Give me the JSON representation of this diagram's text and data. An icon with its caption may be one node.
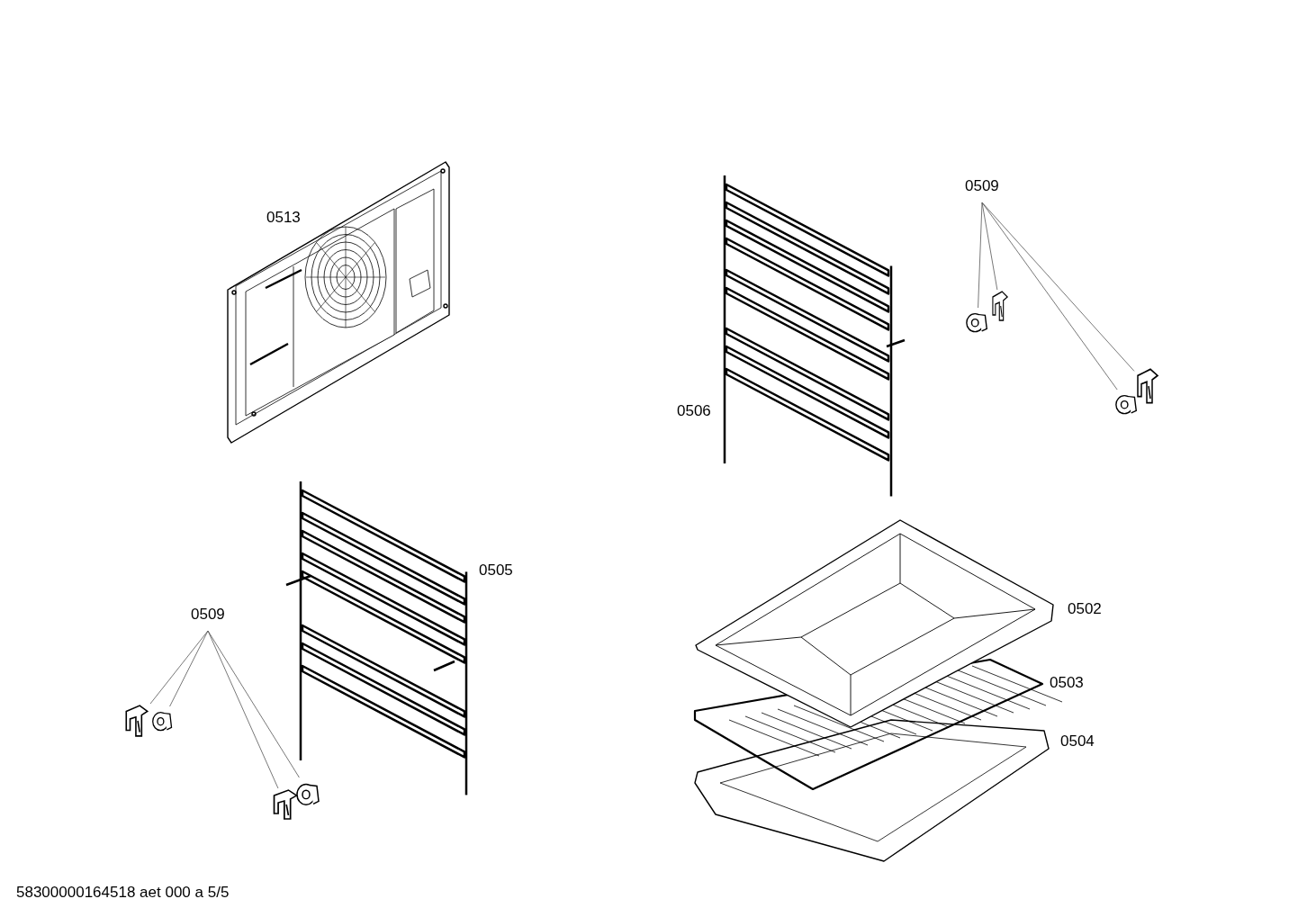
{
  "diagram": {
    "nodes": [
      {
        "text": [
          "0509"
        ]
      },
      {
        "text": [],
        "shape": "picture"
      },
      {
        "text": [],
        "shape": "picture"
      },
      {
        "text": [],
        "shape": "picture"
      },
      {
        "text": [],
        "shape": "picture"
      },
      {
        "text": [
          "0509"
        ]
      },
      {
        "text": [],
        "shape": "picture"
      },
      {
        "text": [],
        "shape": "picture"
      },
      {
        "text": [],
        "shape": "picture"
      },
      {
        "text": [],
        "shape": "picture"
      }
    ],
    "edges": [
      {
        "from": 0,
        "to": 1,
        "arrow": "none"
      },
      {
        "from": 0,
        "to": 2,
        "arrow": "none"
      },
      {
        "from": 0,
        "to": 3,
        "arrow": "none"
      },
      {
        "from": 0,
        "to": 4,
        "arrow": "none"
      },
      {
        "from": 5,
        "to": 6,
        "arrow": "none"
      },
      {
        "from": 5,
        "to": 7,
        "arrow": "none"
      },
      {
        "from": 5,
        "to": 8,
        "arrow": "none"
      },
      {
        "from": 5,
        "to": 9,
        "arrow": "none"
      }
    ],
    "labels": [
      "0513",
      "0506",
      "0505",
      "0502",
      "0503",
      "0504",
      "58300000164518 aet 000 a 5/5"
    ]
  }
}
